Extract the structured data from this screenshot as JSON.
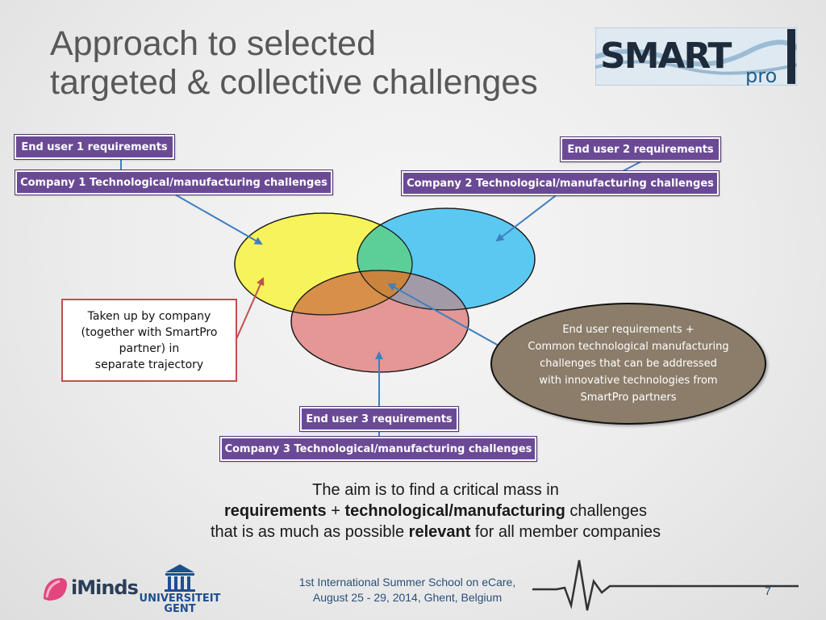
{
  "title": {
    "line1": "Approach to selected",
    "line2": "targeted & collective challenges"
  },
  "logo": {
    "main": "SMART",
    "sub": "pro"
  },
  "boxes": {
    "end_user_1": "End user 1 requirements",
    "company_1": "Company 1 Technological/manufacturing challenges",
    "end_user_2": "End user 2 requirements",
    "company_2": "Company 2 Technological/manufacturing challenges",
    "end_user_3": "End user 3 requirements",
    "company_3": "Company 3 Technological/manufacturing challenges"
  },
  "callouts": {
    "separate_trajectory": "Taken up by company\n(together with SmartPro\npartner) in\nseparate trajectory",
    "common": "End user requirements +\nCommon technological manufacturing\nchallenges that can be addressed\nwith innovative technologies from\nSmartPro partners"
  },
  "venn": {
    "colors": {
      "yellow": "#f7f35a",
      "blue": "#5bc8f2",
      "red": "#e49794",
      "overlap": "#5ccf98",
      "center": "#c9843d"
    }
  },
  "aim": {
    "line1": "The aim is to find a critical mass in",
    "line2_b1": "requirements",
    "line2_t1": " + ",
    "line2_b2": "technological",
    "line2_t2": "/",
    "line2_b3": "manufacturing",
    "line2_t3": " challenges",
    "line3_t1": "that is as much as possible ",
    "line3_b1": "relevant",
    "line3_t2": " for all member companies"
  },
  "footer": {
    "line1": "1st International Summer School on eCare,",
    "line2": "August 25 - 29, 2014, Ghent, Belgium",
    "page": "7",
    "iminds": "iMinds",
    "ugent_line1": "UNIVERSITEIT",
    "ugent_line2": "GENT"
  },
  "colors": {
    "box_purple": "#6b4a95",
    "arrow_blue": "#3f7fbf",
    "arrow_red": "#c0504d",
    "footer_blue": "#2a4f7a"
  }
}
